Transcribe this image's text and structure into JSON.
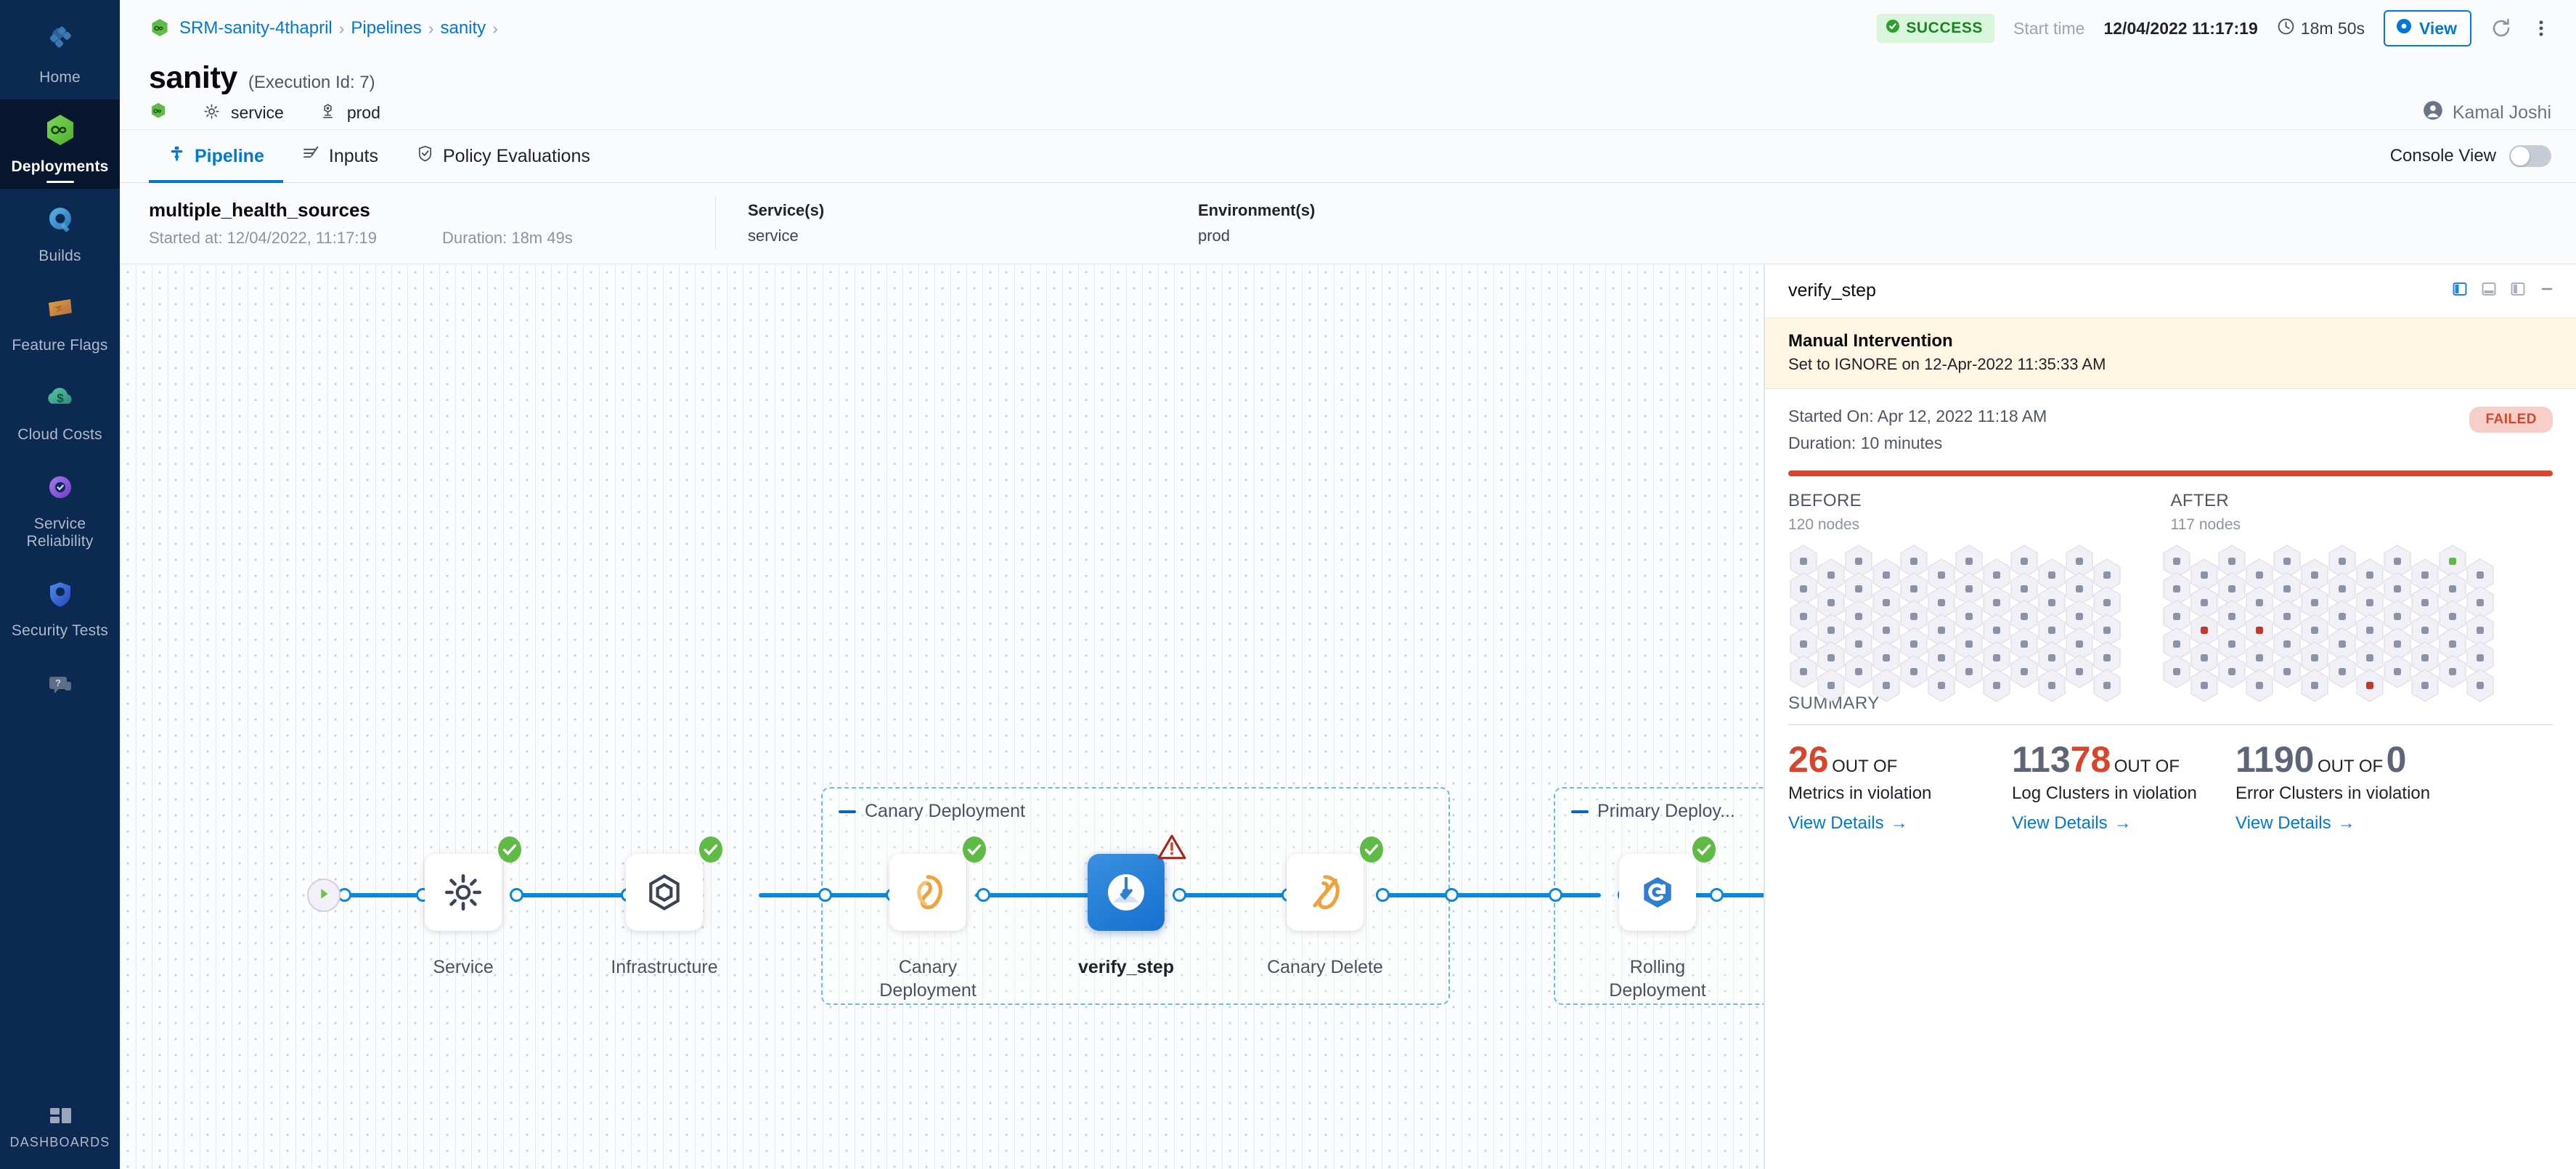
{
  "sidebar": {
    "items": [
      {
        "label": "Home",
        "icon": "home-grid-icon",
        "active": false
      },
      {
        "label": "Deployments",
        "icon": "deployments-infinity-icon",
        "active": true
      },
      {
        "label": "Builds",
        "icon": "builds-icon",
        "active": false
      },
      {
        "label": "Feature Flags",
        "icon": "feature-flags-icon",
        "active": false
      },
      {
        "label": "Cloud Costs",
        "icon": "cloud-costs-icon",
        "active": false
      },
      {
        "label": "Service Reliability",
        "icon": "service-reliability-icon",
        "active": false
      },
      {
        "label": "Security Tests",
        "icon": "security-tests-icon",
        "active": false
      }
    ],
    "help_icon": "help-chat-icon",
    "bottom": {
      "label": "DASHBOARDS",
      "icon": "dashboards-grid-icon"
    }
  },
  "topbar": {
    "breadcrumbs": [
      {
        "label": "SRM-sanity-4thapril"
      },
      {
        "label": "Pipelines"
      },
      {
        "label": "sanity"
      }
    ],
    "separator": "›",
    "status": "SUCCESS",
    "start_time_label": "Start time",
    "start_time_value": "12/04/2022 11:17:19",
    "duration": "18m 50s",
    "view_button": "View",
    "refresh_icon": "refresh-icon",
    "more_icon": "more-vertical-icon"
  },
  "header": {
    "title": "sanity",
    "execution_id": "(Execution Id: 7)",
    "service": "service",
    "environment": "prod",
    "service_icon": "gear-icon",
    "env_icon": "infrastructure-icon",
    "status_icon": "deployments-infinity-icon",
    "user": "Kamal Joshi",
    "user_icon": "avatar-icon"
  },
  "tabs": {
    "items": [
      {
        "label": "Pipeline",
        "icon": "pipeline-icon",
        "active": true
      },
      {
        "label": "Inputs",
        "icon": "inputs-icon",
        "active": false
      },
      {
        "label": "Policy Evaluations",
        "icon": "policy-shield-icon",
        "active": false
      }
    ],
    "console_view_label": "Console View",
    "console_view_on": false
  },
  "execution_strip": {
    "name": "multiple_health_sources",
    "started_at": "Started at: 12/04/2022, 11:17:19",
    "duration": "Duration: 18m 49s",
    "services_header": "Service(s)",
    "services_value": "service",
    "environments_header": "Environment(s)",
    "environments_value": "prod"
  },
  "canvas": {
    "groups": [
      {
        "label": "Canary Deployment"
      },
      {
        "label": "Primary Deploy..."
      }
    ],
    "nodes": [
      {
        "label": "Service",
        "icon": "gear-icon",
        "status": "success",
        "selected": false
      },
      {
        "label": "Infrastructure",
        "icon": "infrastructure-hex-icon",
        "status": "success",
        "selected": false
      },
      {
        "label": "Canary Deployment",
        "icon": "canary-deploy-icon",
        "status": "success",
        "selected": false
      },
      {
        "label": "verify_step",
        "icon": "verify-icon",
        "status": "warning",
        "selected": true
      },
      {
        "label": "Canary Delete",
        "icon": "canary-delete-icon",
        "status": "success",
        "selected": false
      },
      {
        "label": "Rolling Deployment",
        "icon": "rolling-deploy-icon",
        "status": "success",
        "selected": false
      }
    ],
    "tools": [
      {
        "name": "fit-to-screen-icon"
      },
      {
        "name": "select-area-icon"
      },
      {
        "name": "zoom-in-icon"
      },
      {
        "name": "zoom-out-icon"
      }
    ],
    "start_icon": "play-icon",
    "end_icon": "stop-icon"
  },
  "panel": {
    "title": "verify_step",
    "view_icons": [
      "split-left-icon",
      "split-bottom-icon",
      "split-right-icon",
      "minimize-icon"
    ],
    "banner": {
      "heading": "Manual Intervention",
      "text": "Set to IGNORE on 12-Apr-2022 11:35:33 AM"
    },
    "started_on": "Started On: Apr 12, 2022 11:18 AM",
    "duration": "Duration: 10 minutes",
    "status_badge": "FAILED",
    "before": {
      "header": "BEFORE",
      "nodes": "120 nodes",
      "count": 120
    },
    "after": {
      "header": "AFTER",
      "nodes": "117 nodes",
      "count": 117
    },
    "summary_header": "SUMMARY",
    "stats": [
      {
        "value_gray": "",
        "value_red": "26",
        "out_of": "OUT OF",
        "total": "",
        "caption": "Metrics in violation",
        "link": "View Details",
        "link_arrow": "→"
      },
      {
        "value_gray": "113",
        "value_red": "78",
        "out_of": "OUT OF",
        "total": "",
        "caption": "Log Clusters in violation",
        "link": "View Details",
        "link_arrow": "→"
      },
      {
        "value_gray": "1190",
        "value_red": "",
        "out_of": "OUT OF",
        "total": "0",
        "caption": "Error Clusters in violation",
        "link": "View Details",
        "link_arrow": "→"
      }
    ]
  },
  "colors": {
    "accent_blue": "#0278d5",
    "wire_blue": "#0a87e0",
    "success_green": "#5fbb46",
    "fail_red": "#d9452c",
    "sidebar_bg": "#0b2951",
    "warning_bg": "#fdf6e3"
  }
}
